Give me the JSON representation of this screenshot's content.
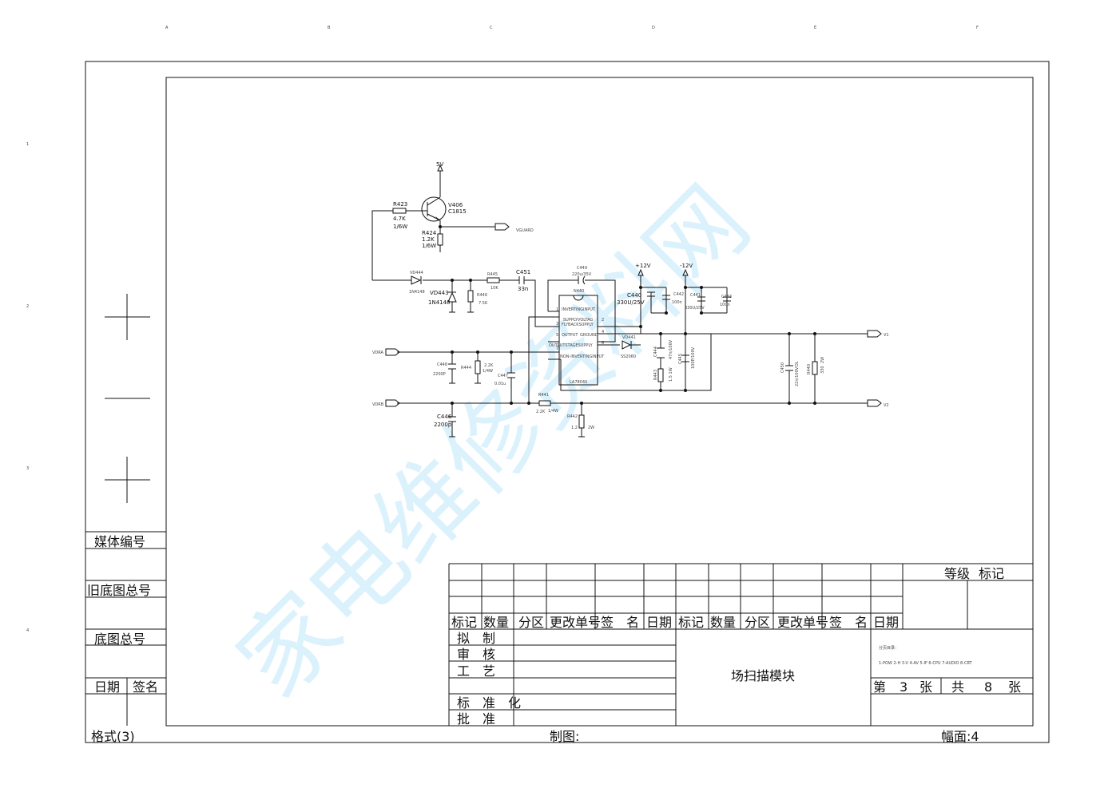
{
  "sheet": {
    "col_markers": [
      "A",
      "B",
      "C",
      "D",
      "E",
      "F"
    ],
    "row_markers": [
      "1",
      "2",
      "3",
      "4"
    ],
    "left_strip": {
      "media_no": "媒体编号",
      "old_base_total": "旧底图总号",
      "base_total": "底图总号",
      "date_label": "日期",
      "sign_label": "签名"
    },
    "footer": {
      "format": "格式(3)",
      "drawn": "制图:",
      "sheet_size": "幅面:4"
    }
  },
  "title_block": {
    "rev_headers": [
      "标记",
      "数量",
      "分区",
      "更改单号",
      "签　名",
      "日期"
    ],
    "grade": "等级",
    "mark": "标记",
    "roles": [
      "拟　制",
      "审　核",
      "工　艺",
      "标　准　化",
      "批　准"
    ],
    "drawing_title": "场扫描模块",
    "catalog_label": "分页目录：",
    "catalog_items": "1-POW  2-H  3-V  4-AV  5-IF  6-CPU  7-AUDIO  8-CRT",
    "sheet_label_a": "第",
    "sheet_no": "3",
    "sheet_label_b": "张",
    "total_label_a": "共",
    "total_no": "8",
    "total_label_b": "张"
  },
  "watermark": "家电维修资料网",
  "circuit": {
    "v5": "5V",
    "r423": {
      "ref": "R423",
      "val": "4.7K",
      "pwr": "1/6W"
    },
    "v406": {
      "ref": "V406",
      "val": "C1815"
    },
    "r424": {
      "ref": "R424",
      "val": "1.2K",
      "pwr": "1/6W"
    },
    "vguard": "VGUARD",
    "vd444": {
      "ref": "VD444",
      "val": "1N4148"
    },
    "vd443": {
      "ref": "VD443",
      "val": "1N4148"
    },
    "r445": {
      "ref": "R445",
      "val": "10K"
    },
    "r446": {
      "ref": "R446",
      "val": "7.5K"
    },
    "c451": {
      "ref": "C451",
      "val": "33n"
    },
    "c449": {
      "ref": "C449",
      "val": "220u/35V"
    },
    "n440": {
      "ref": "N440",
      "part": "LA78040"
    },
    "ic_pins": [
      "1",
      "3",
      "5",
      "7",
      "2",
      "4",
      "6"
    ],
    "ic_labels": [
      "INVERTINGINPUT",
      "SUPPLYVOLTAG",
      "FLYBACKSUPPLY",
      "OUTPUT",
      "GROUND",
      "OUTPUTSTAGESUPPLY",
      "NON-INVERTINGINPUT"
    ],
    "c440": {
      "ref": "C440",
      "val": "330U/25V"
    },
    "v12p": "+12V",
    "v12n": "-12V",
    "c442": {
      "ref": "C442",
      "val": "100n"
    },
    "c441": {
      "ref": "C441",
      "val": "330U/25V"
    },
    "c443": {
      "ref": "C443",
      "val": "100n"
    },
    "vd441": {
      "ref": "VD441",
      "val": "SS2060"
    },
    "c444": {
      "ref": "C444",
      "val": "47n/100V"
    },
    "r443": {
      "ref": "R443",
      "val": "1.5  1W"
    },
    "c445": {
      "ref": "C445",
      "val": "100P/100V"
    },
    "vdra": "VDRA",
    "vdrb": "VDRB",
    "c448": {
      "ref": "C448",
      "val": "2200P"
    },
    "r444": {
      "ref": "R444",
      "val": "2.2K",
      "pwr": "1/4W"
    },
    "c447": {
      "ref": "C447",
      "val": "0.01u"
    },
    "r441": {
      "ref": "R441",
      "val": "2.2K",
      "pwr": "1/4W"
    },
    "r442": {
      "ref": "R442",
      "val": "1.2",
      "pwr": "2W"
    },
    "c446": {
      "ref": "C446",
      "val": "2200p"
    },
    "c450": {
      "ref": "C450",
      "val": "22n/100V",
      "extra": "DL"
    },
    "r440": {
      "ref": "R440",
      "val": "330",
      "extra": "2W"
    },
    "v1": "V1",
    "v2": "V2"
  }
}
